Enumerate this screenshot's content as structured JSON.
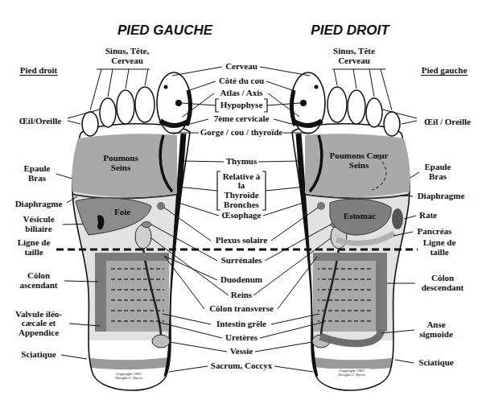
{
  "diagram": {
    "nodes": [
      {
        "text": [
          "Poumons Seins"
        ]
      },
      {
        "text": [
          "Foie"
        ]
      },
      {
        "text": [
          "Poumons Cœur Seins"
        ]
      },
      {
        "text": [
          "Estomac"
        ]
      }
    ],
    "labels": [
      "PIED GAUCHE",
      "PIED DROIT",
      "Pied droit",
      "Sinus, Tête, Cerveau",
      "Œil/Oreille",
      "Epaule Bras",
      "Diaphragme",
      "Vésicule biliaire",
      "Ligne de taille",
      "Côlon ascendant",
      "Valvule iléo-cæcale et Appendice",
      "Sciatique",
      "Cerveau",
      "Côté du cou",
      "Atlas / Axis",
      "Hypophyse",
      "7ème cervicale",
      "Gorge / cou / thyroïde",
      "Thymus",
      "Relative à la Thyroïde Bronches",
      "Œsophage",
      "Plexus solaire",
      "Surrénales",
      "Duodenum",
      "Reins",
      "Côlon transverse",
      "Intestin grêle",
      "Uretères",
      "Vessie",
      "Sacrum, Coccyx",
      "Sinus, Tête Cerveau",
      "Pied gauche",
      "Œil / Oreille",
      "Epaule Bras",
      "Diaphragme",
      "Rate",
      "Pancréas",
      "Ligne de taille",
      "Côlon descendant",
      "Anse sigmoïde",
      "Sciatique",
      "Copyright 1983 Dwight C. Byers",
      "Copyright 1983 Dwight C. Byers"
    ]
  }
}
